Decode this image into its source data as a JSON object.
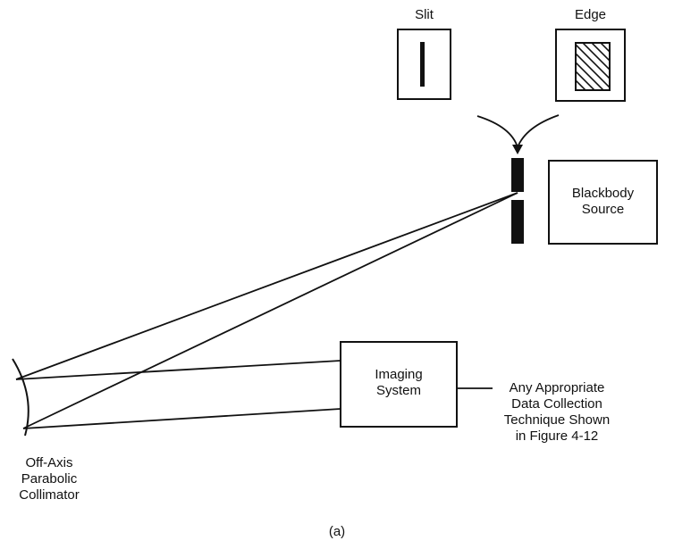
{
  "labels": {
    "slit": "Slit",
    "edge": "Edge",
    "blackbody": [
      "Blackbody",
      "Source"
    ],
    "imaging": [
      "Imaging",
      "System"
    ],
    "data_collection": [
      "Any Appropriate",
      "Data Collection",
      "Technique Shown",
      "in Figure 4-12"
    ],
    "collimator": [
      "Off-Axis",
      "Parabolic",
      "Collimator"
    ],
    "caption": "(a)"
  },
  "colors": {
    "ink": "#111111",
    "background": "#ffffff"
  }
}
